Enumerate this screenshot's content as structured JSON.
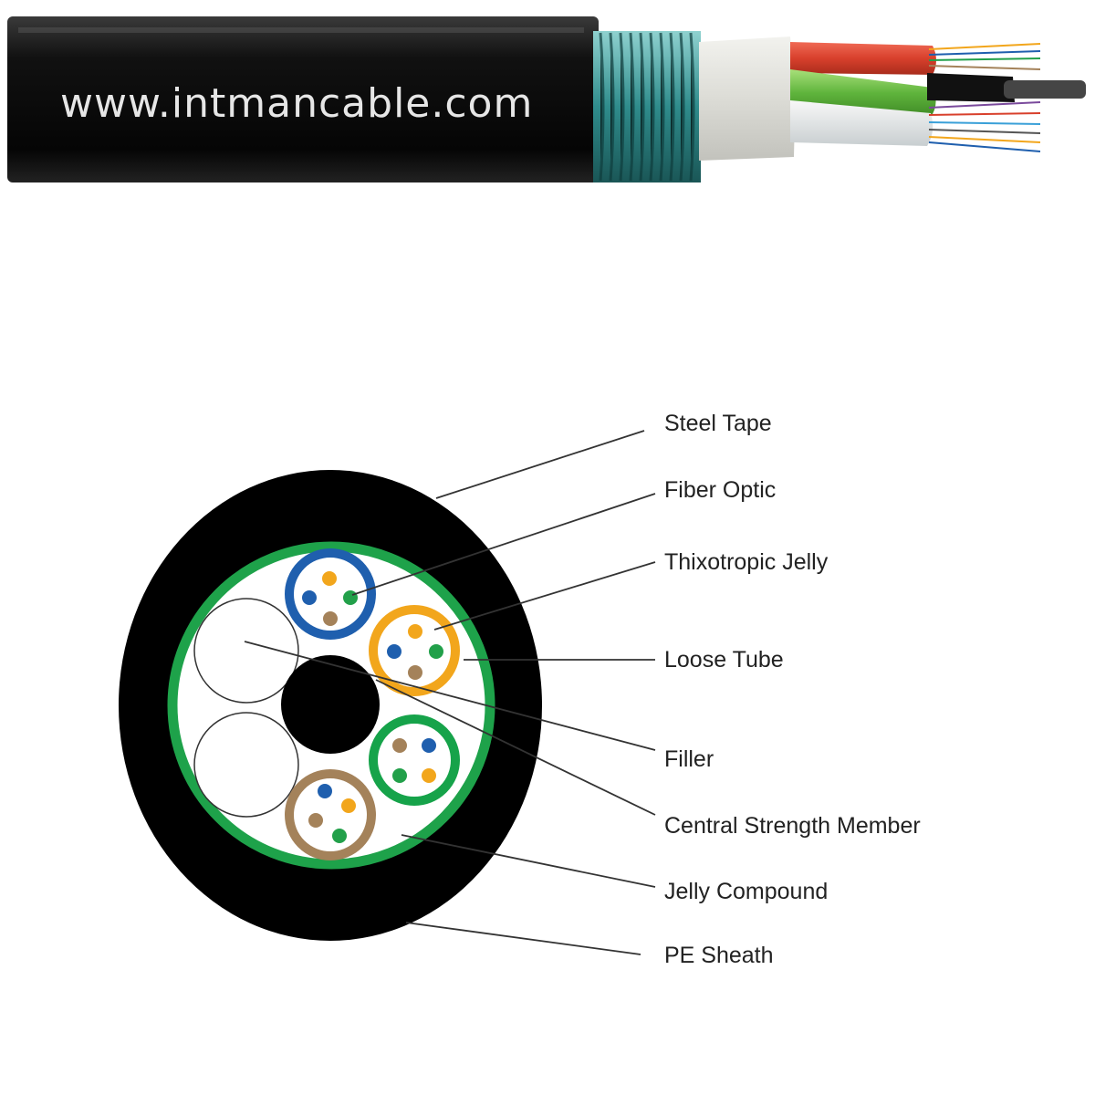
{
  "photo": {
    "watermark": "www.intmancable.com"
  },
  "diagram": {
    "labels": [
      "Steel  Tape",
      "Fiber Optic",
      "Thixotropic Jelly",
      "Loose Tube",
      "Filler",
      "Central Strength Member",
      "Jelly Compound",
      "PE Sheath"
    ]
  },
  "colors": {
    "sheath": "#000000",
    "steel_tape": "#1ea24a",
    "tube_blue": "#1f5fae",
    "tube_orange": "#f2a61c",
    "tube_green": "#16a34a",
    "tube_brown": "#a4825a",
    "fiber_orange": "#f2a61c",
    "fiber_green": "#22a04a",
    "fiber_blue": "#1f5fae",
    "fiber_brown": "#a4825a",
    "armor_teal": "#2f8c8c",
    "filler_white": "#ffffff"
  }
}
